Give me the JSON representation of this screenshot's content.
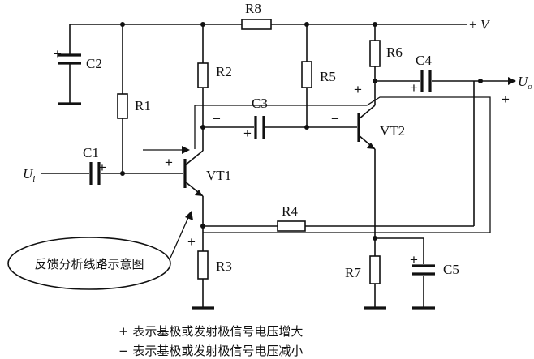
{
  "labels": {
    "R1": "R1",
    "R2": "R2",
    "R3": "R3",
    "R4": "R4",
    "R5": "R5",
    "R6": "R6",
    "R7": "R7",
    "R8": "R8",
    "C1": "C1",
    "C2": "C2",
    "C3": "C3",
    "C4": "C4",
    "C5": "C5",
    "VT1": "VT1",
    "VT2": "VT2"
  },
  "supply": {
    "sign": "+",
    "symbol": "V"
  },
  "input": {
    "symbol": "U",
    "subscript": "i"
  },
  "output": {
    "symbol": "U",
    "subscript": "o"
  },
  "signs": {
    "plus": "+",
    "minus": "−"
  },
  "callout": "反馈分析线路示意图",
  "legend": {
    "plus": "+ 表示基极或发射极信号电压增大",
    "minus": "− 表示基极或发射极信号电压减小"
  }
}
